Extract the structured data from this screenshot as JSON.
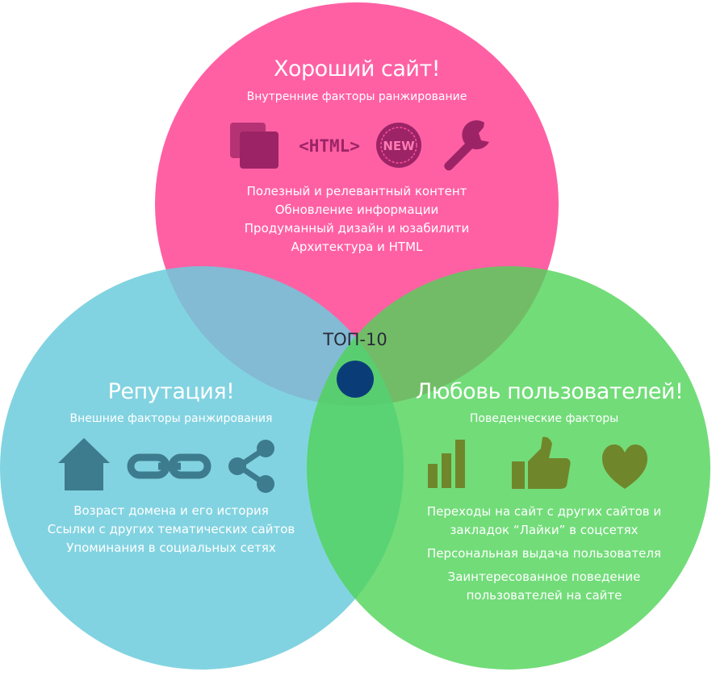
{
  "center": {
    "label": "ТОП-10"
  },
  "colors": {
    "pink": "#ff4f9a",
    "blue": "#6ccbdc",
    "green": "#4fd358",
    "center_dot": "#0a3d78",
    "pink_icons": "#9c2466",
    "blue_icons": "#3d7b8e",
    "green_icons": "#70862a"
  },
  "top": {
    "title": "Хороший сайт!",
    "subtitle": "Внутренние факторы ранжирование",
    "icons": [
      "pages-icon",
      "html-tag-icon",
      "new-badge-icon",
      "wrench-icon"
    ],
    "html_icon_text": "<HTML>",
    "new_icon_text": "NEW",
    "items": [
      "Полезный и релевантный контент",
      "Обновление информации",
      "Продуманный дизайн и юзабилити",
      "Архитектура и HTML"
    ]
  },
  "left": {
    "title": "Репутация!",
    "subtitle": "Внешние факторы ранжирования",
    "icons": [
      "house-icon",
      "chain-link-icon",
      "share-icon"
    ],
    "items": [
      "Возраст домена и его история",
      "Ссылки с других тематических сайтов",
      "Упоминания в социальных сетях"
    ]
  },
  "right": {
    "title": "Любовь пользователей!",
    "subtitle": "Поведенческие факторы",
    "icons": [
      "bar-chart-icon",
      "thumbs-up-icon",
      "heart-icon"
    ],
    "items": [
      "Переходы на сайт с других сайтов и",
      "закладок “Лайки” в соцсетях",
      "Персональная выдача пользователя",
      "Заинтересованное поведение",
      "пользователей на сайте"
    ]
  }
}
